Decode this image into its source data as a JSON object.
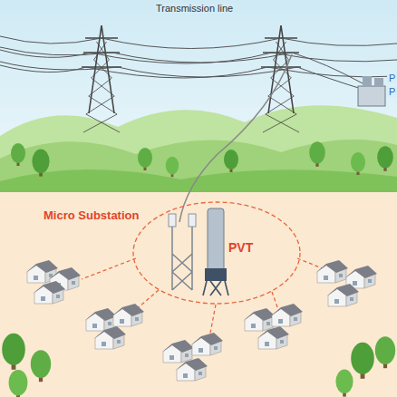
{
  "diagram": {
    "nodes": [
      {
        "text": [
          "Micro Substation",
          "PVT"
        ]
      }
    ],
    "labels": [
      "Transmission line",
      "P",
      "P"
    ]
  }
}
